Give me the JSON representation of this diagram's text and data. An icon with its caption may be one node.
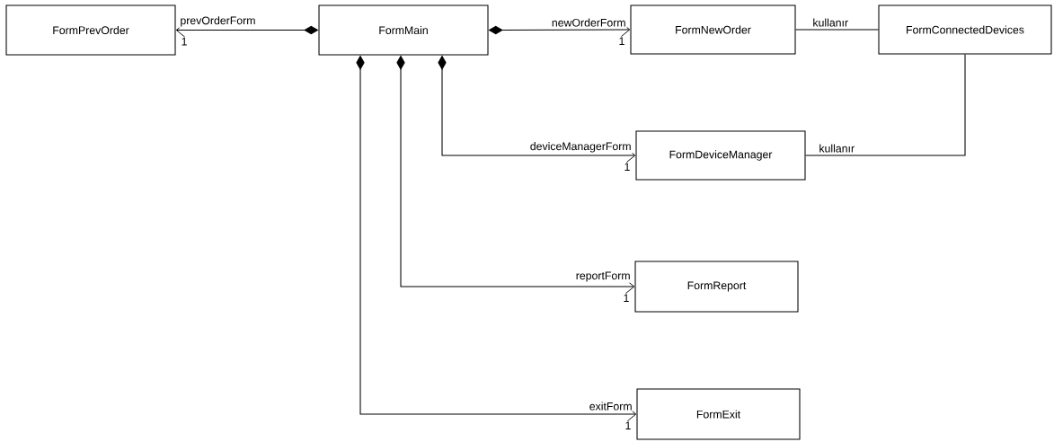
{
  "diagram": {
    "nodes": [
      {
        "text": [
          "FormPrevOrder"
        ],
        "beside": [
          "1"
        ]
      },
      {
        "text": [
          "FormMain"
        ]
      },
      {
        "text": [
          "FormNewOrder"
        ],
        "beside": [
          "1"
        ]
      },
      {
        "text": [
          "FormConnectedDevices"
        ]
      },
      {
        "text": [
          "FormDeviceManager"
        ],
        "beside": [
          "1"
        ]
      },
      {
        "text": [
          "FormReport"
        ],
        "beside": [
          "1"
        ]
      },
      {
        "text": [
          "FormExit"
        ],
        "beside": [
          "1"
        ]
      }
    ],
    "edges": [
      {
        "from": 1,
        "to": 0,
        "arrow": "to",
        "label": "prevOrderForm"
      },
      {
        "from": 1,
        "to": 2,
        "arrow": "to",
        "label": "newOrderForm"
      },
      {
        "from": 2,
        "to": 3,
        "arrow": "none",
        "label": "kullanır"
      },
      {
        "from": 1,
        "to": 4,
        "arrow": "to",
        "label": "deviceManagerForm"
      },
      {
        "from": 4,
        "to": 3,
        "arrow": "none",
        "label": "kullanır"
      },
      {
        "from": 1,
        "to": 5,
        "arrow": "to",
        "label": "reportForm"
      },
      {
        "from": 1,
        "to": 6,
        "arrow": "to",
        "label": "exitForm"
      }
    ]
  }
}
